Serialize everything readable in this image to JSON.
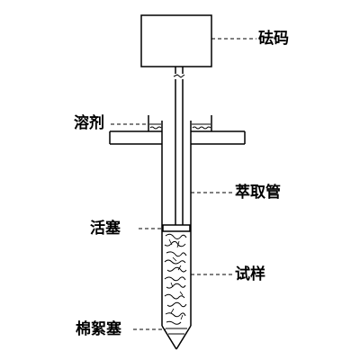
{
  "labels": {
    "weight": "砝码",
    "solvent": "溶剂",
    "extraction_tube": "萃取管",
    "piston": "活塞",
    "sample": "试样",
    "cotton_plug": "棉絮塞"
  },
  "colors": {
    "line": "#000000",
    "background": "#ffffff"
  }
}
